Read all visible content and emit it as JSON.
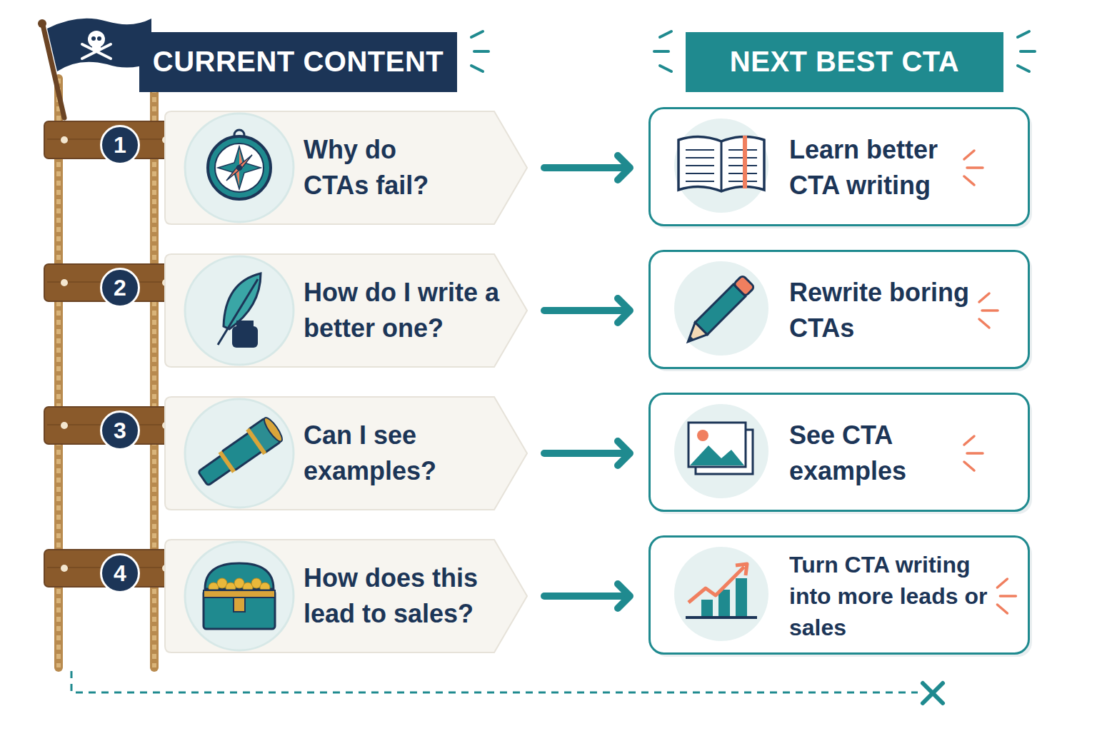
{
  "diagram": {
    "nodes": [
      {
        "text": [
          "CURRENT CONTENT"
        ]
      },
      {
        "text": [
          "NEXT BEST CTA"
        ]
      },
      {
        "text": [
          "Why do CTAs fail?"
        ]
      },
      {
        "text": [
          "Learn better CTA writing"
        ]
      },
      {
        "text": [
          "How do I write a better one?"
        ]
      },
      {
        "text": [
          "Rewrite boring CTAs"
        ]
      },
      {
        "text": [
          "Can I see examples?"
        ]
      },
      {
        "text": [
          "See CTA examples"
        ]
      },
      {
        "text": [
          "How does this lead to sales?"
        ]
      },
      {
        "text": [
          "Turn CTA writing into more leads or sales"
        ]
      }
    ],
    "edges": [
      {
        "from": 2,
        "to": 3,
        "arrow": "to"
      },
      {
        "from": 4,
        "to": 5,
        "arrow": "to"
      },
      {
        "from": 6,
        "to": 7,
        "arrow": "to"
      },
      {
        "from": 8,
        "to": 9,
        "arrow": "to"
      }
    ],
    "labels": [
      "1",
      "2",
      "3",
      "4"
    ]
  }
}
